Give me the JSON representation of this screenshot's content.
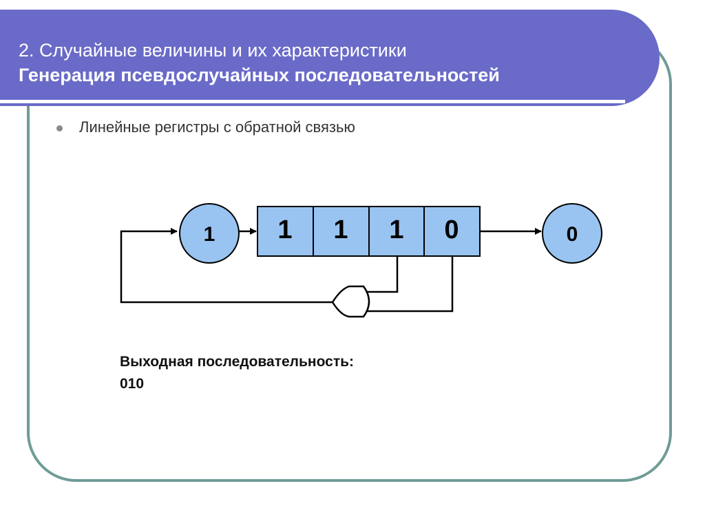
{
  "header": {
    "line1": "2. Случайные величины и их характеристики",
    "line2": "Генерация псевдослучайных последовательностей"
  },
  "bullet": {
    "text": "Линейные регистры с обратной связью"
  },
  "diagram": {
    "input_bit": "1",
    "register_bits": [
      "1",
      "1",
      "1",
      "0"
    ],
    "output_bit": "0"
  },
  "output": {
    "label": "Выходная последовательность:",
    "value": "010"
  },
  "colors": {
    "header_bg": "#6a6ac8",
    "frame_border": "#6f9c96",
    "cell_fill": "#99c3f0"
  }
}
